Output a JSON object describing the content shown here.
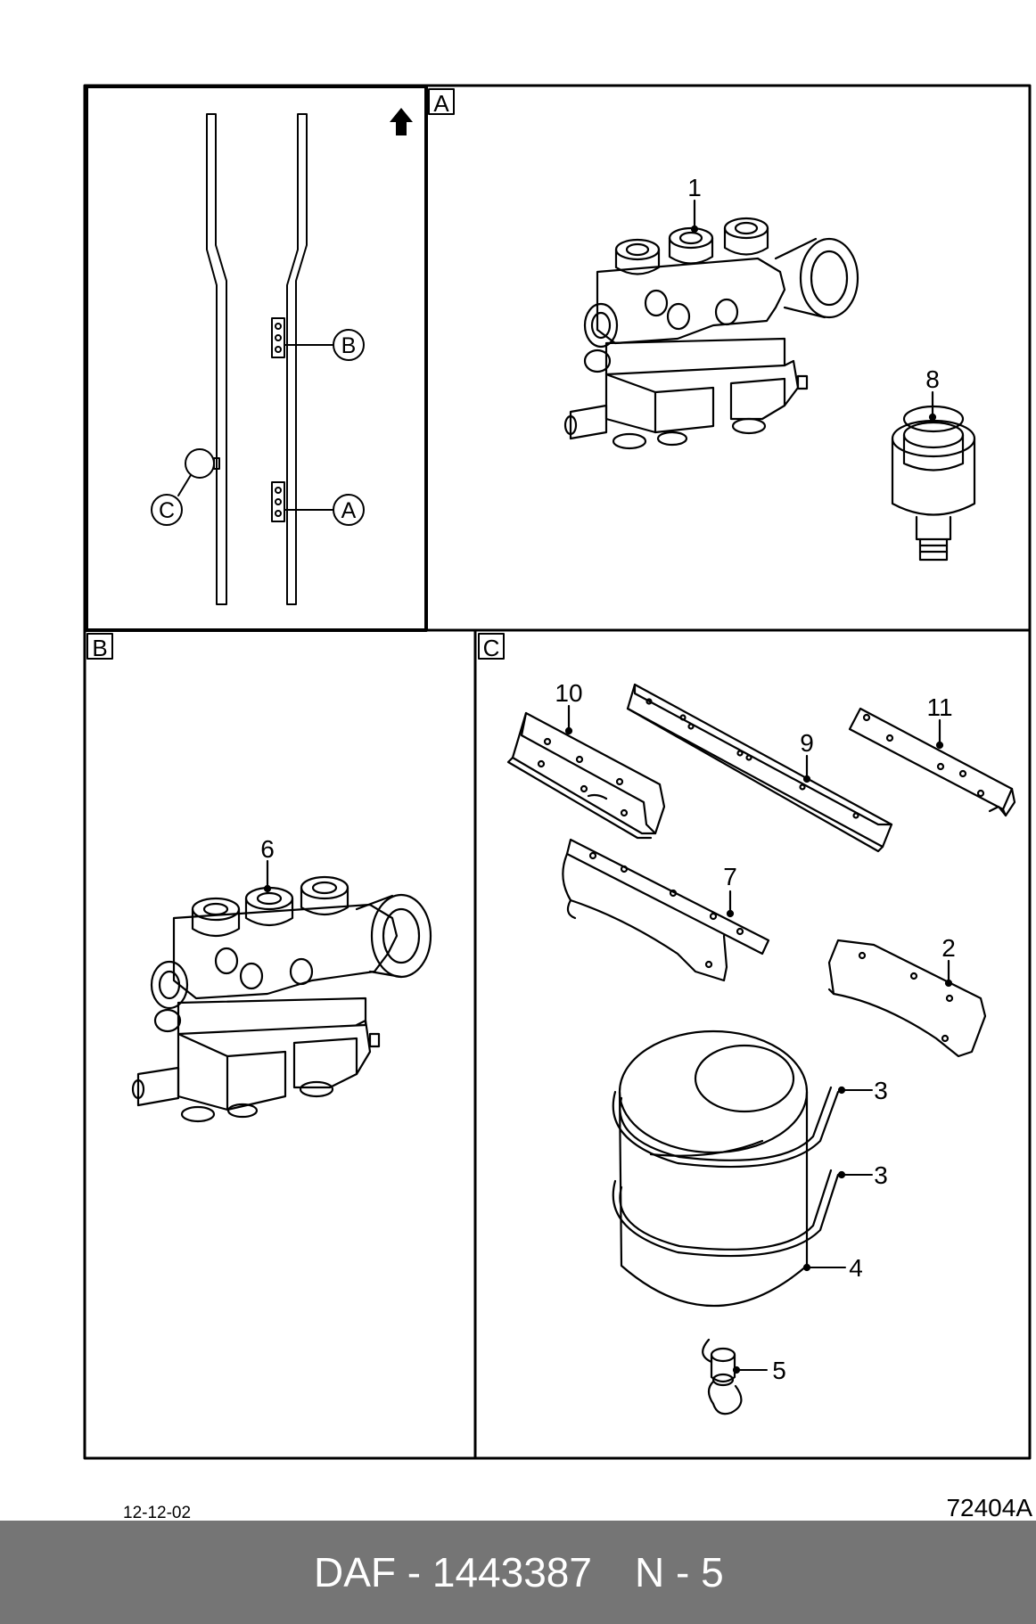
{
  "panels": {
    "overview_letter": "A",
    "b_letter": "B",
    "c_letter": "C"
  },
  "overview_markers": [
    "B",
    "C",
    "A"
  ],
  "callouts": {
    "valve_a": "1",
    "sensor": "8",
    "valve_b": "6",
    "bracket_10": "10",
    "bracket_9": "9",
    "bracket_11": "11",
    "bracket_7": "7",
    "bracket_2": "2",
    "strap_upper": "3",
    "strap_lower": "3",
    "tank": "4",
    "drain": "5"
  },
  "drawing_date": "12-12-02",
  "drawing_number": "72404A",
  "footer": {
    "brand_part": "DAF - 1443387",
    "page": "N - 5"
  }
}
